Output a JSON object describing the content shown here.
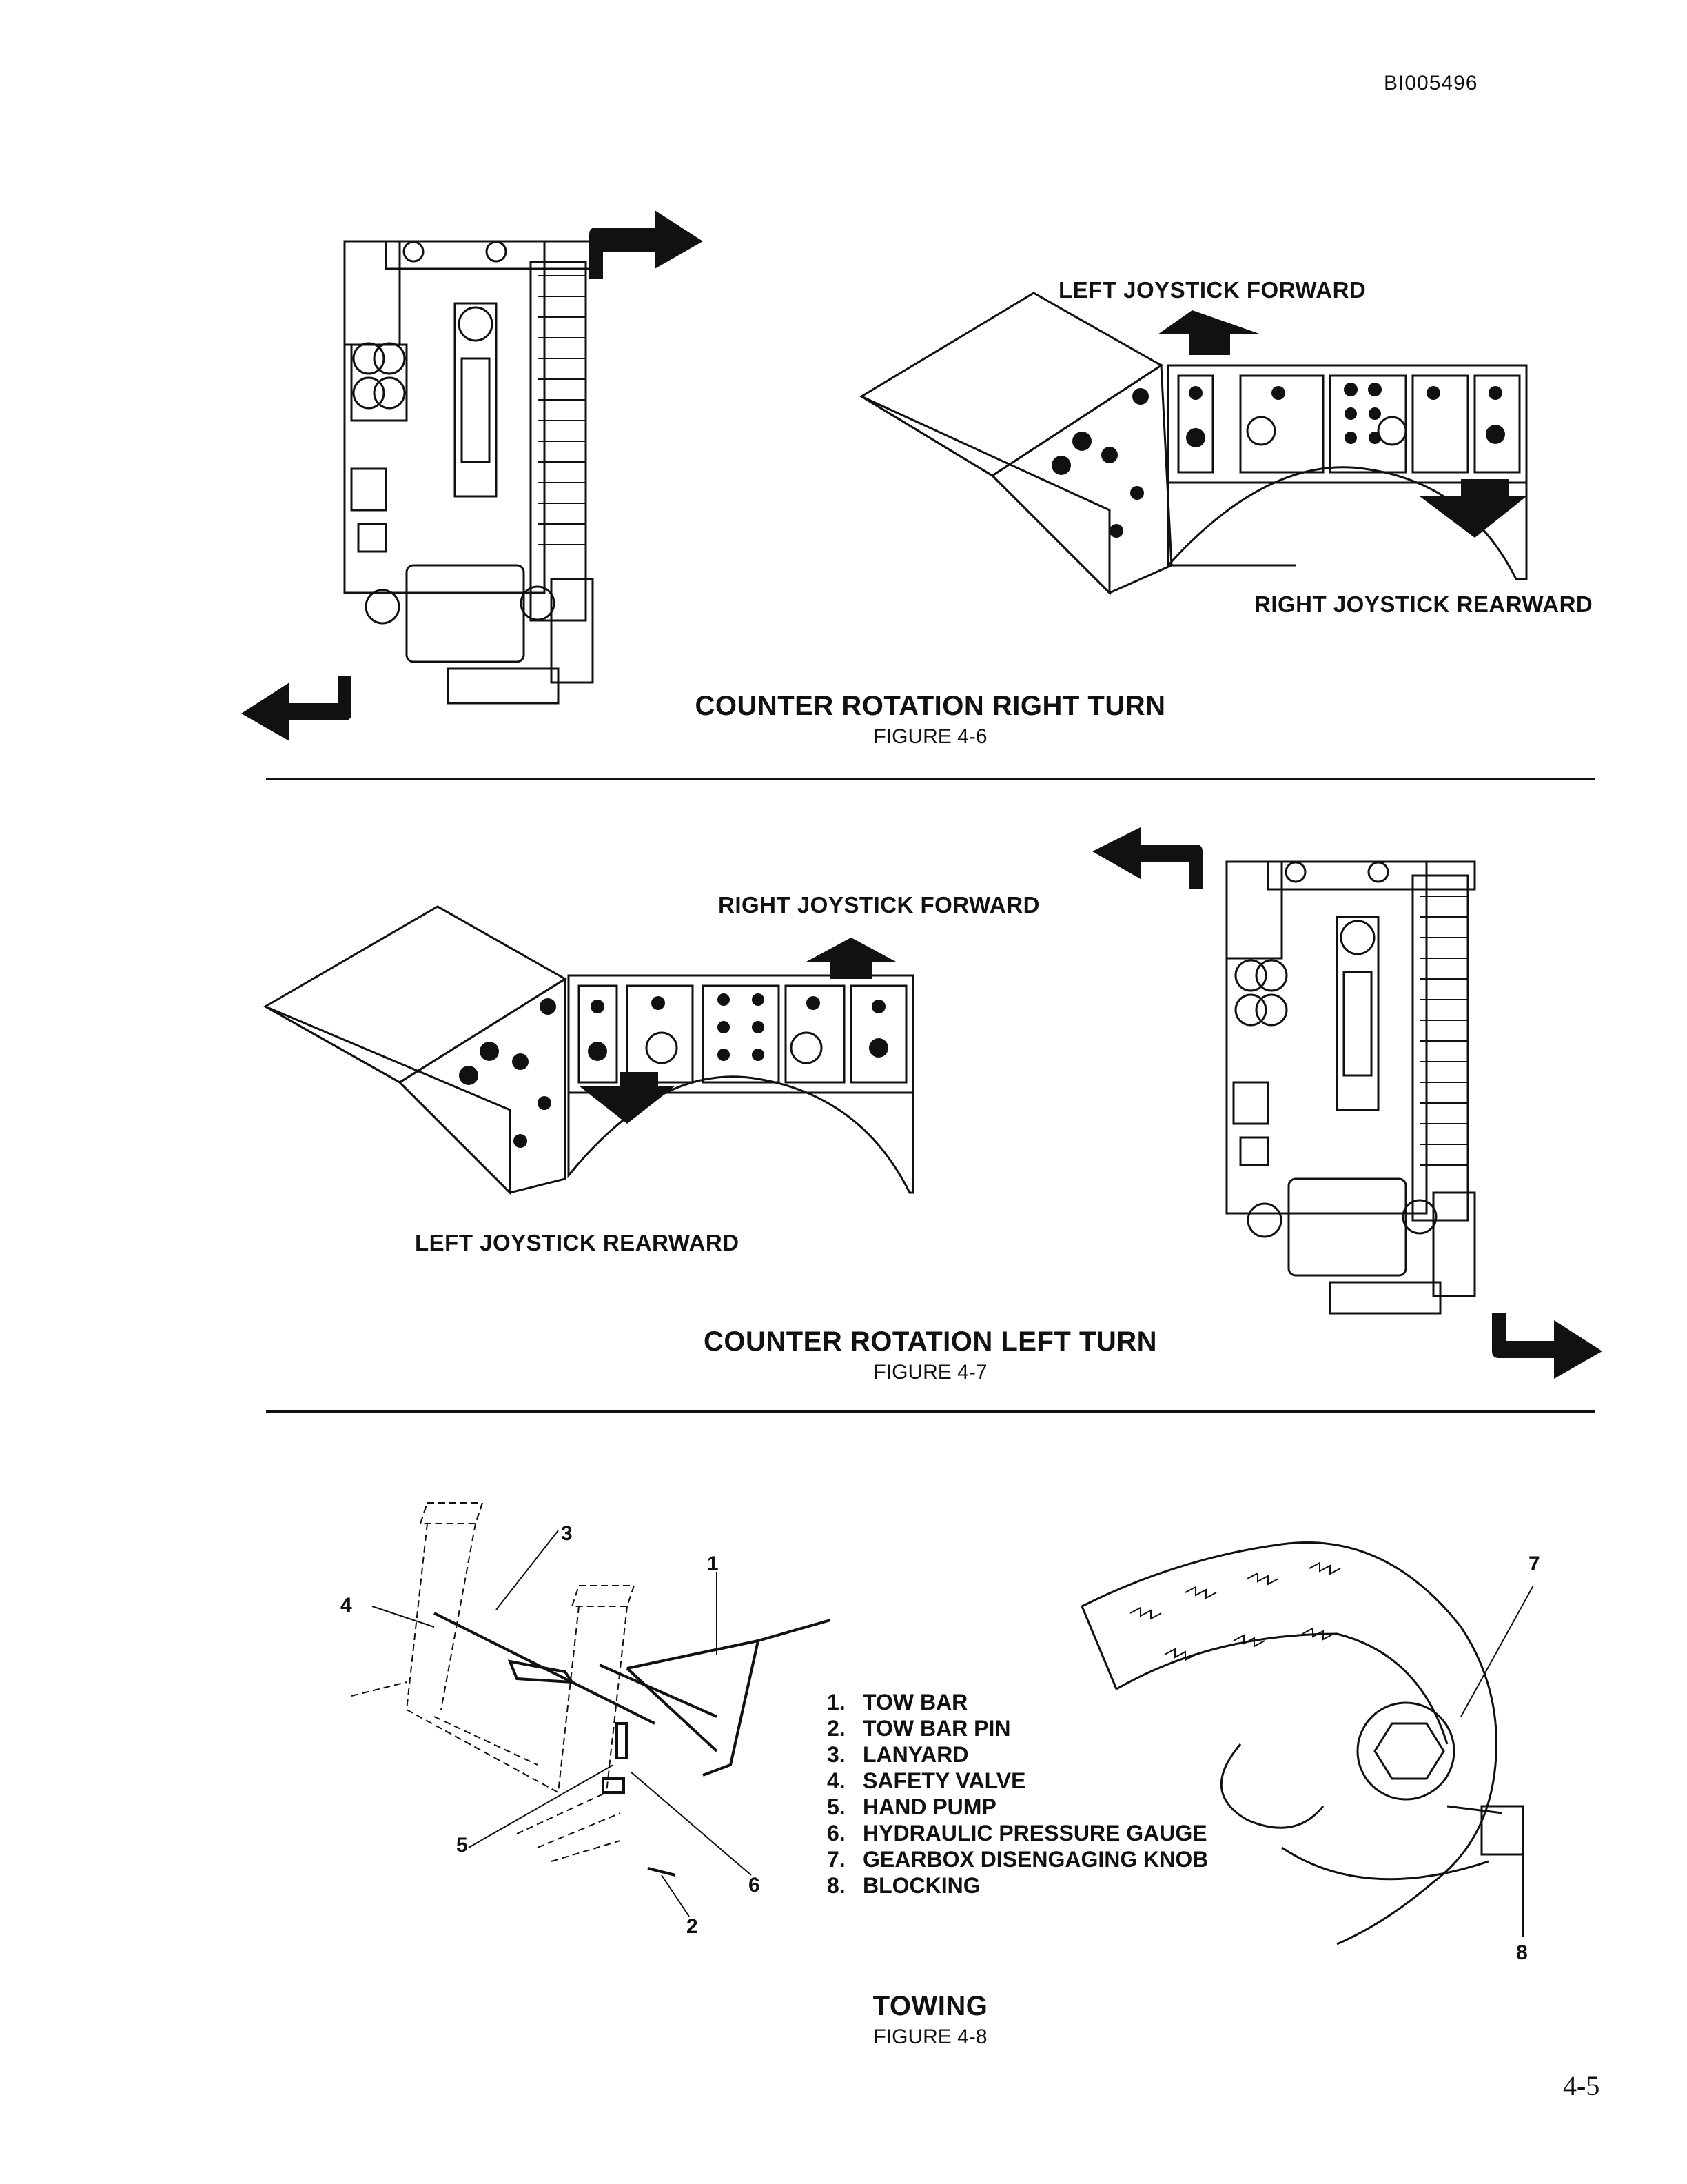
{
  "document_id": "BI005496",
  "figures": [
    {
      "title": "COUNTER ROTATION RIGHT TURN",
      "number": "FIGURE 4-6",
      "labels": {
        "top": "LEFT JOYSTICK FORWARD",
        "bottom": "RIGHT JOYSTICK REARWARD"
      }
    },
    {
      "title": "COUNTER ROTATION LEFT TURN",
      "number": "FIGURE 4-7",
      "labels": {
        "top": "RIGHT JOYSTICK FORWARD",
        "bottom": "LEFT JOYSTICK REARWARD"
      }
    },
    {
      "title": "TOWING",
      "number": "FIGURE 4-8",
      "legend": [
        {
          "num": "1.",
          "text": "TOW BAR"
        },
        {
          "num": "2.",
          "text": "TOW BAR PIN"
        },
        {
          "num": "3.",
          "text": "LANYARD"
        },
        {
          "num": "4.",
          "text": "SAFETY VALVE"
        },
        {
          "num": "5.",
          "text": "HAND PUMP"
        },
        {
          "num": "6.",
          "text": "HYDRAULIC PRESSURE GAUGE"
        },
        {
          "num": "7.",
          "text": "GEARBOX DISENGAGING KNOB"
        },
        {
          "num": "8.",
          "text": "BLOCKING"
        }
      ],
      "callouts": [
        "1",
        "2",
        "3",
        "4",
        "5",
        "6",
        "7",
        "8"
      ]
    }
  ],
  "page_number": "4-5"
}
